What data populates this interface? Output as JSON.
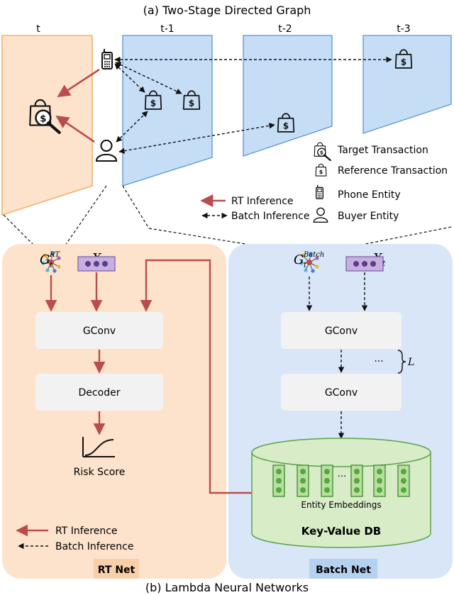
{
  "top_title": "(a) Two-Stage Directed Graph",
  "bottom_title": "(b) Lambda Neural Networks",
  "time_steps": [
    "t",
    "t-1",
    "t-2",
    "t-3"
  ],
  "legend_top": {
    "target_transaction": "Target Transaction",
    "reference_transaction": "Reference Transaction",
    "phone_entity": "Phone Entity",
    "buyer_entity": "Buyer Entity",
    "rt_inference": "RT Inference",
    "batch_inference": "Batch Inference"
  },
  "rt_net": {
    "graph_symbol": "G",
    "graph_sub": "t",
    "graph_sup": "RT",
    "feature_symbol": "X",
    "feature_sub": "t",
    "gconv_label": "GConv",
    "decoder_label": "Decoder",
    "risk_score_label": "Risk Score",
    "name": "RT Net"
  },
  "batch_net": {
    "graph_symbol": "G",
    "graph_sub": "t",
    "graph_sup": "Batch",
    "feature_symbol": "X",
    "feature_sub": "t",
    "gconv1_label": "GConv",
    "gconv2_label": "GConv",
    "layers_ellipsis": "···",
    "layers_symbol": "L",
    "embeddings_ellipsis": "···",
    "embeddings_label": "Entity Embeddings",
    "db_label": "Key-Value DB",
    "name": "Batch Net"
  },
  "legend_bottom": {
    "rt_inference": "RT Inference",
    "batch_inference": "Batch Inference"
  },
  "colors": {
    "rt_orange": "#fde3cc",
    "rt_border": "#f0b472",
    "batch_blue": "#d8e6f8",
    "panel_blue": "#c6ddf6",
    "panel_border": "#5a93d3",
    "rt_arrow": "#bb4c4c",
    "db_green": "#d8ecc8",
    "embed_green": "#6ab04c"
  }
}
